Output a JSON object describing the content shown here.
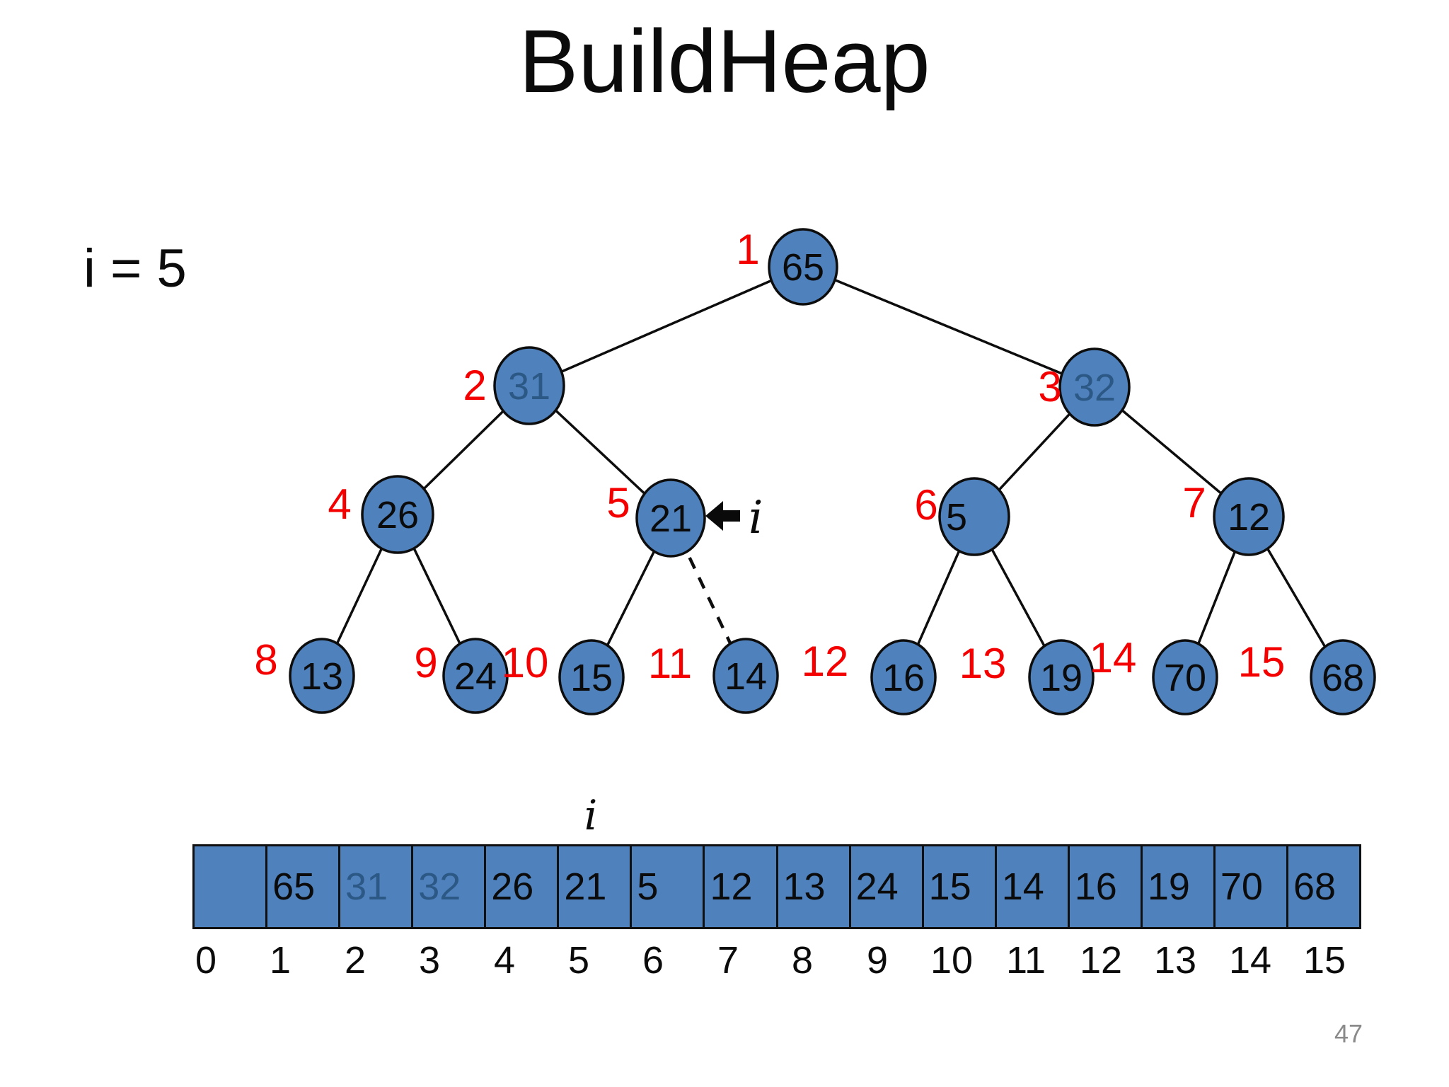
{
  "slide": {
    "title": "BuildHeap",
    "iteration_label": "i = 5",
    "page_number": "47"
  },
  "colors": {
    "node_fill": "#4f81bd",
    "node_border": "#0d0d0d",
    "index_red": "#f40000",
    "dimmed_value_blue": "#2b5884",
    "page_number_gray": "#8a8a8a"
  },
  "tree": {
    "pointer_label": "i",
    "pointed_heap_index": "5",
    "nodes": [
      {
        "index": "1",
        "value": "65"
      },
      {
        "index": "2",
        "value": "31",
        "dimmed": true
      },
      {
        "index": "3",
        "value": "32",
        "dimmed": true
      },
      {
        "index": "4",
        "value": "26"
      },
      {
        "index": "5",
        "value": "21",
        "pointed": true
      },
      {
        "index": "6",
        "value": "5"
      },
      {
        "index": "7",
        "value": "12"
      },
      {
        "index": "8",
        "value": "13"
      },
      {
        "index": "9",
        "value": "24"
      },
      {
        "index": "10",
        "value": "15"
      },
      {
        "index": "11",
        "value": "14"
      },
      {
        "index": "12",
        "value": "16"
      },
      {
        "index": "13",
        "value": "19"
      },
      {
        "index": "14",
        "value": "70"
      },
      {
        "index": "15",
        "value": "68"
      }
    ],
    "edges": [
      [
        "1",
        "2"
      ],
      [
        "1",
        "3"
      ],
      [
        "2",
        "4"
      ],
      [
        "2",
        "5"
      ],
      [
        "3",
        "6"
      ],
      [
        "3",
        "7"
      ],
      [
        "4",
        "8"
      ],
      [
        "4",
        "9"
      ],
      [
        "5",
        "10"
      ],
      [
        "6",
        "12"
      ],
      [
        "6",
        "13"
      ],
      [
        "7",
        "14"
      ],
      [
        "7",
        "15"
      ]
    ],
    "dashed_edges": [
      [
        "5",
        "11"
      ]
    ]
  },
  "array": {
    "pointer_label": "i",
    "pointer_index": "5",
    "cells": [
      {
        "index": "0",
        "value": ""
      },
      {
        "index": "1",
        "value": "65"
      },
      {
        "index": "2",
        "value": "31",
        "dimmed": true
      },
      {
        "index": "3",
        "value": "32",
        "dimmed": true
      },
      {
        "index": "4",
        "value": "26"
      },
      {
        "index": "5",
        "value": "21"
      },
      {
        "index": "6",
        "value": "5"
      },
      {
        "index": "7",
        "value": "12"
      },
      {
        "index": "8",
        "value": "13"
      },
      {
        "index": "9",
        "value": "24"
      },
      {
        "index": "10",
        "value": "15"
      },
      {
        "index": "11",
        "value": "14"
      },
      {
        "index": "12",
        "value": "16"
      },
      {
        "index": "13",
        "value": "19"
      },
      {
        "index": "14",
        "value": "70"
      },
      {
        "index": "15",
        "value": "68"
      }
    ]
  }
}
